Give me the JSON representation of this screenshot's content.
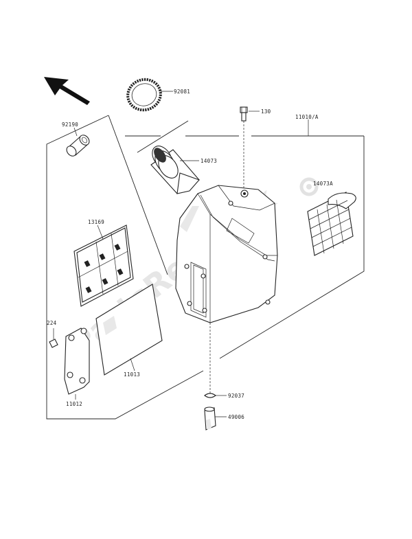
{
  "diagram": {
    "watermark": "PartsRepublik",
    "labels": {
      "p92081": "92081",
      "p130": "130",
      "p11010A": "11010/A",
      "p92190": "92190",
      "p14073": "14073",
      "p14073A": "14073A",
      "p13169": "13169",
      "p224": "224",
      "p11013": "11013",
      "p11012": "11012",
      "p92037": "92037",
      "p49006": "49006"
    }
  }
}
